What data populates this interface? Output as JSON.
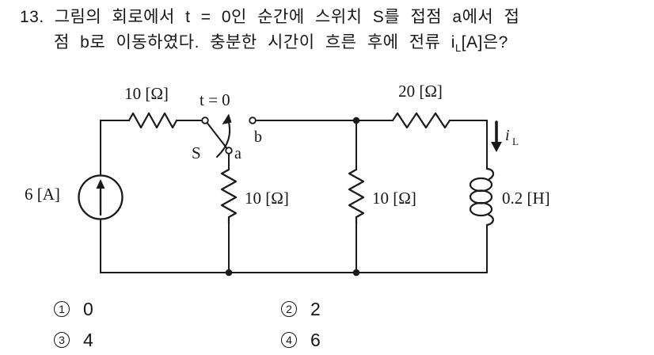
{
  "question": {
    "number": "13.",
    "line1": "그림의 회로에서 t = 0인 순간에 스위치 S를 접점 a에서 접",
    "line2_pre": "점 b로 이동하였다. 충분한 시간이 흐른 후에 전류 i",
    "line2_sub": "L",
    "line2_post": "[A]은?"
  },
  "circuit": {
    "source_label": "6 [A]",
    "r1_label": "10 [Ω]",
    "r2_label": "10 [Ω]",
    "r3_label": "10 [Ω]",
    "r4_label": "20 [Ω]",
    "inductor_label": "0.2 [H]",
    "switch_time": "t = 0",
    "switch_name": "S",
    "contact_a": "a",
    "contact_b": "b",
    "current_symbol": "i",
    "current_sub": "L"
  },
  "choices": [
    {
      "marker": "1",
      "value": "0"
    },
    {
      "marker": "2",
      "value": "2"
    },
    {
      "marker": "3",
      "value": "4"
    },
    {
      "marker": "4",
      "value": "6"
    }
  ],
  "colors": {
    "ink": "#1a1a1a",
    "background": "#ffffff"
  }
}
